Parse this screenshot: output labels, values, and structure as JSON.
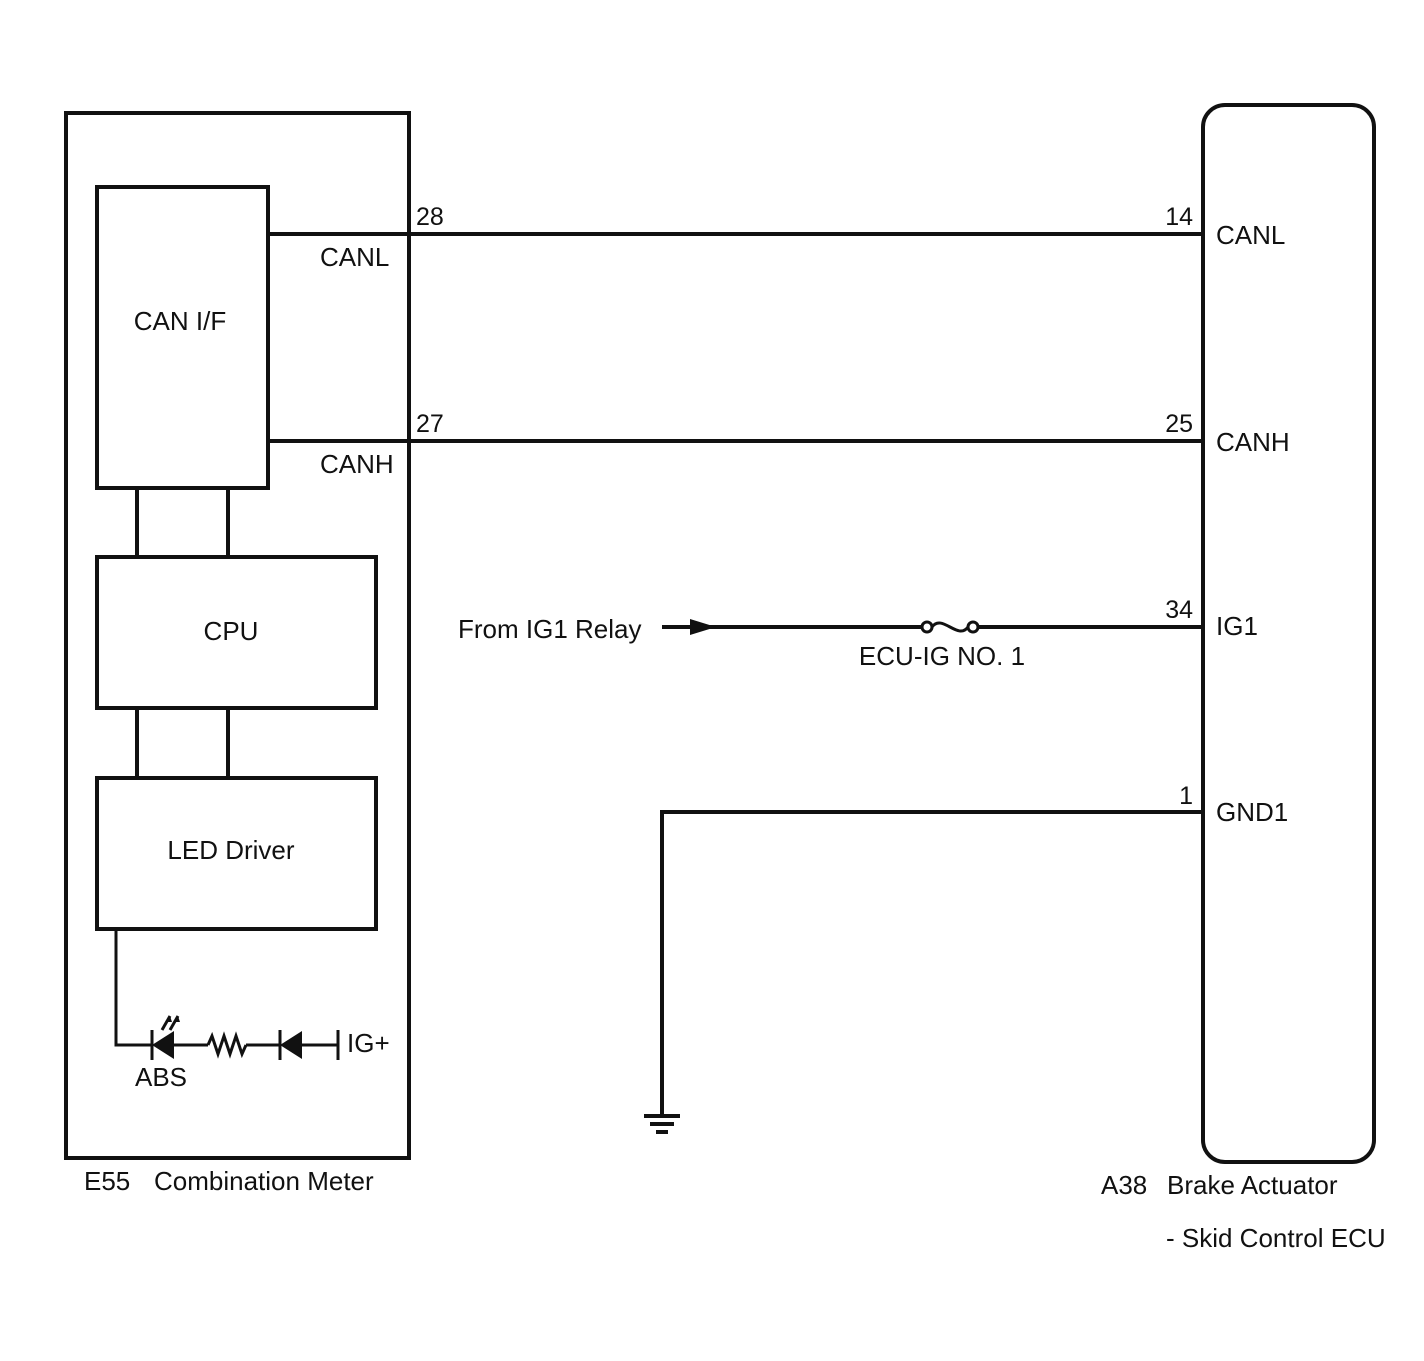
{
  "meter": {
    "code": "E55",
    "name": "Combination Meter",
    "blocks": {
      "can_if": "CAN I/F",
      "cpu": "CPU",
      "led_driver": "LED Driver"
    },
    "pins": {
      "canl_num": "28",
      "canl_name": "CANL",
      "canh_num": "27",
      "canh_name": "CANH"
    },
    "indicator": "ABS",
    "supply": "IG+"
  },
  "ecu": {
    "code": "A38",
    "name": "Brake Actuator",
    "subname": "- Skid Control ECU",
    "pins": [
      {
        "num": "14",
        "name": "CANL"
      },
      {
        "num": "25",
        "name": "CANH"
      },
      {
        "num": "34",
        "name": "IG1"
      },
      {
        "num": "1",
        "name": "GND1"
      }
    ]
  },
  "power": {
    "source": "From IG1 Relay",
    "fuse": "ECU-IG NO. 1"
  },
  "icons": [
    "led-icon",
    "resistor-icon",
    "diode-icon",
    "fuse-icon",
    "ground-icon",
    "arrow-icon"
  ]
}
